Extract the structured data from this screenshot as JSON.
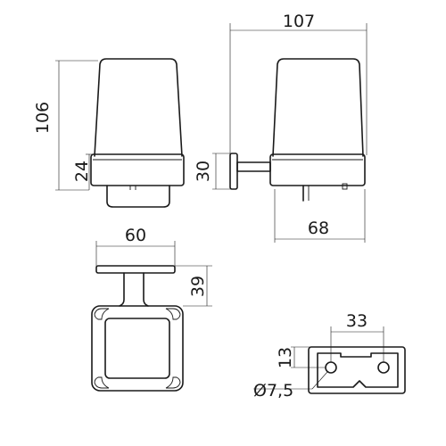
{
  "dimensions": {
    "total_width": "107",
    "total_height": "106",
    "base_height": "24",
    "mount_height": "30",
    "depth": "68",
    "plate_width": "60",
    "bracket_depth": "39",
    "hole_spacing": "33",
    "hole_offset": "13",
    "hole_diameter": "Ø7,5"
  }
}
